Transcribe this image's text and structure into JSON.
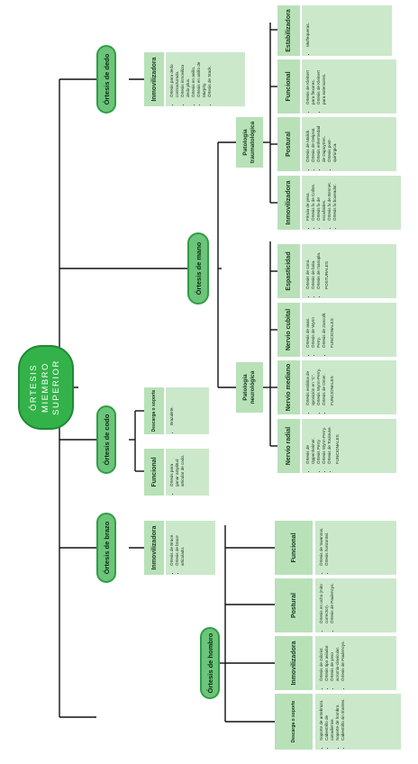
{
  "root": {
    "line1": "ÓRTESIS",
    "line2": "MIEMBRO",
    "line3": "SUPERIOR"
  },
  "hombro": {
    "title": "Órtesis de hombro",
    "types": [
      {
        "label": "Descarga o soporte",
        "items": [
          "Soporte de antebrazo.",
          "Cabestrillo de canadiense.",
          "Soporte de hombro.",
          "Cabestrillo sin tirantes."
        ]
      },
      {
        "label": "Inmovilizadora",
        "items": [
          "Órtesis de Gilcrist.",
          "Órtesis tipo aviador.",
          "Órtesis de yeso acromio-clavicular.",
          "Órtesis de Paulencys."
        ]
      },
      {
        "label": "Postural",
        "items": [
          "Órtesis en ocho (mito corrector).",
          "Órtesis de Paulencys."
        ]
      },
      {
        "label": "Funcional",
        "items": [
          "Órtesis de Swannos.",
          "Órtesis horizontal."
        ]
      }
    ]
  },
  "brazo": {
    "title": "Órtesis de brazo",
    "types": [
      {
        "label": "Inmovilizadora",
        "items": [
          "Órtesis de Brace.",
          "Órtesis de brace articulado."
        ]
      }
    ]
  },
  "codo": {
    "title": "Órtesis de codo",
    "types": [
      {
        "label": "Funcional",
        "items": [
          "Órtesis para ganar amplitud articular de codo."
        ]
      },
      {
        "label": "Descarga o soporte",
        "items": [
          "Brazalete."
        ]
      }
    ]
  },
  "mano": {
    "title": "Órtesis de mano",
    "neuro": {
      "title": "Patología neurológica",
      "types": [
        {
          "label": "Nervio radial",
          "items": [
            "Órtesis de Oppenheimer.",
            "Órtesis Perry.",
            "Órtesis Wynn-Perry.",
            "Órtesis de Toulouse."
          ],
          "note": "FUNCIONALES"
        },
        {
          "label": "Nervio mediano",
          "items": [
            "Órtesis estática de oposición en \"C\".",
            "Órtesis Wynn-Perry.",
            "Órtesis de Omer."
          ],
          "note": "FUNCIONALES"
        },
        {
          "label": "Nervio cubital",
          "items": [
            "Órtesis de asas.",
            "Órtesis de Wynn Perry.",
            "Órtesis de Zancolli."
          ],
          "note": "FUNCIONALES"
        },
        {
          "label": "Espasticidad",
          "items": [
            "Órtesis de cono.",
            "Órtesis de bola.",
            "Órtesis de manopla."
          ],
          "note": "POSTURALES"
        }
      ]
    },
    "trauma": {
      "title": "Patología traumatológica",
      "types": [
        {
          "label": "Inmovilizadora",
          "items": [
            "Férula de yeso.",
            "Órtesis fx de Colles.",
            "Órtesis fx de escafoides.",
            "Órtesis fx de Bennet.",
            "Órtesis fx boxeador."
          ]
        },
        {
          "label": "Postural",
          "items": [
            "Órtesis de Malick.",
            "Órtesis de Delprat.",
            "Órtesis enfermedad de Dupuytren.",
            "Órtesis post-quirúrgica."
          ]
        },
        {
          "label": "Funcional",
          "items": [
            "Órtesis de Kleinert para flexores.",
            "Órtesis de Kleinert para extensores."
          ]
        },
        {
          "label": "Estabilizadora",
          "items": [
            "Muñequeras."
          ]
        }
      ]
    }
  },
  "dedo": {
    "title": "Órtesis de dedo",
    "types": [
      {
        "label": "Inmovilizadora",
        "items": [
          "Órtesis para dedo contracturado.",
          "Órtesis inmoviliza dedo plus.",
          "Órtesis en anillo.",
          "Órtesis en anillo de Murphy.",
          "Órtesis de Stack."
        ]
      }
    ]
  }
}
